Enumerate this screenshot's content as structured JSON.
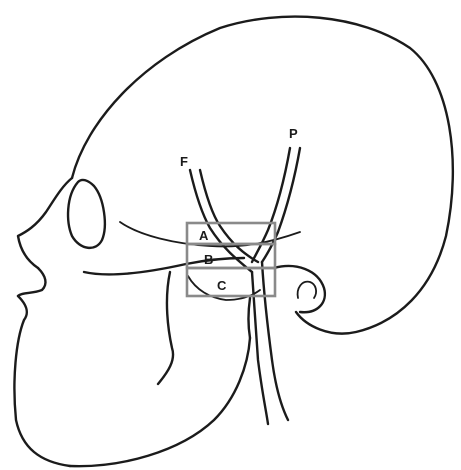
{
  "labels": {
    "vessel_f": "F",
    "vessel_p": "P",
    "region_a": "A",
    "region_b": "B",
    "region_c": "C"
  },
  "colors": {
    "line": "#1b1b1b",
    "region_box": "#8a8a8a",
    "background": "#ffffff"
  }
}
